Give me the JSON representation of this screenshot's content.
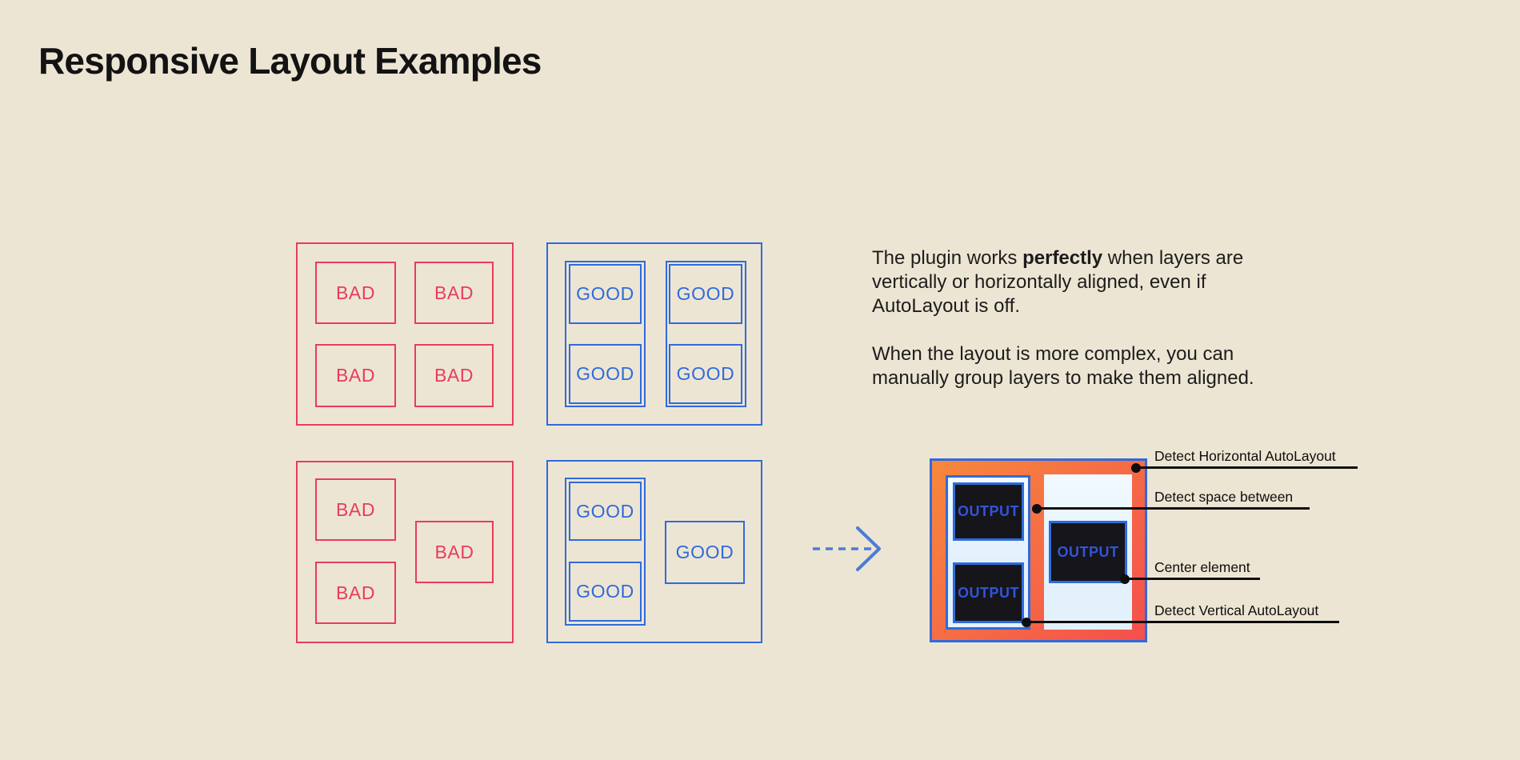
{
  "title": "Responsive Layout Examples",
  "labels": {
    "bad": "BAD",
    "good": "GOOD",
    "output": "OUTPUT"
  },
  "description": {
    "p1_before": "The plugin works ",
    "p1_bold": "perfectly",
    "p1_after": " when layers are vertically or horizontally aligned, even if AutoLayout is off.",
    "p2": "When the layout is more complex, you can manually group layers to make them aligned."
  },
  "annotations": [
    {
      "label": "Detect Horizontal AutoLayout"
    },
    {
      "label": "Detect space between"
    },
    {
      "label": "Center element"
    },
    {
      "label": "Detect Vertical AutoLayout"
    }
  ],
  "colors": {
    "background": "#EDE5D3",
    "red": "#E83C5B",
    "blue": "#2E6BDC",
    "arrow-blue": "#4C7CD8",
    "orange-start": "#F7883D",
    "orange-end": "#F4504C",
    "panel-blue": "#E3F1FD",
    "dark": "#15151A",
    "output-text": "#3353D9",
    "ink": "#131313"
  }
}
